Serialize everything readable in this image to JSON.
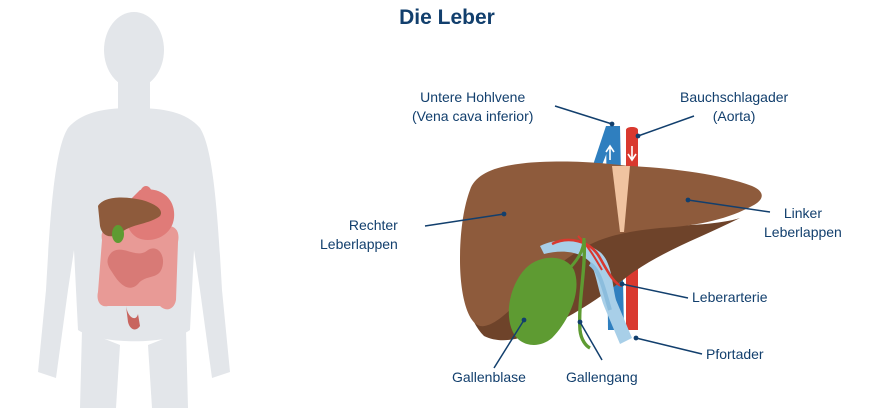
{
  "title": "Die Leber",
  "labels": {
    "vena_cava": [
      "Untere Hohlvene",
      "(Vena cava inferior)"
    ],
    "aorta": [
      "Bauchschlagader",
      "(Aorta)"
    ],
    "right_lobe": [
      "Rechter",
      "Leberlappen"
    ],
    "left_lobe": [
      "Linker",
      "Leberlappen"
    ],
    "hepatic_artery": "Leberarterie",
    "portal_vein": "Pfortader",
    "gallbladder": "Gallenblase",
    "bile_duct": "Gallengang"
  },
  "colors": {
    "title": "#123f6d",
    "label": "#123f6d",
    "leader_line": "#123f6d",
    "liver": "#8e5b3c",
    "liver_shadow": "#6e432a",
    "gallbladder": "#5e9b32",
    "vena_cava": "#2f7fbf",
    "aorta": "#d9392f",
    "portal_vein": "#a8cfe8",
    "body_silhouette": "#e3e6ea"
  }
}
